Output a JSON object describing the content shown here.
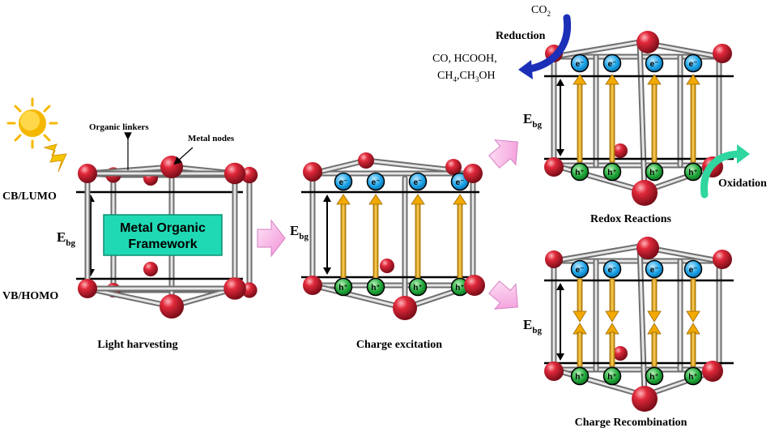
{
  "panels": {
    "harvest": {
      "cb_label": "CB/LUMO",
      "vb_label": "VB/HOMO",
      "ebg_main": "E",
      "ebg_sub": "bg",
      "linkers_label": "Organic linkers",
      "nodes_label": "Metal nodes",
      "mof_line1": "Metal Organic",
      "mof_line2": "Framework",
      "caption": "Light harvesting"
    },
    "excite": {
      "ebg_main": "E",
      "ebg_sub": "bg",
      "electron": "e⁻",
      "hole": "h⁺",
      "caption": "Charge excitation"
    },
    "redox": {
      "ebg_main": "E",
      "ebg_sub": "bg",
      "electron": "e⁻",
      "hole": "h⁺",
      "co2_main": "CO",
      "co2_sub": "2",
      "reduction": "Reduction",
      "products_line1": "CO, HCOOH,",
      "products_line2_a": "CH",
      "products_line2_a_sub": "4",
      "products_line2_b": ",CH",
      "products_line2_b_sub": "3",
      "products_line2_c": "OH",
      "oxidation": "Oxidation",
      "caption": "Redox Reactions"
    },
    "recomb": {
      "ebg_main": "E",
      "ebg_sub": "bg",
      "electron": "e⁻",
      "hole": "h⁺",
      "caption": "Charge Recombination"
    }
  },
  "colors": {
    "metal_node": "#e0283a",
    "electron": "#1aa3e8",
    "hole": "#1fa83a",
    "mof_box": "#1fd9b4",
    "arrow": "#f2a900",
    "flow_arrow": "#f7b6e6",
    "reduction_arrow": "#1c2fb8",
    "oxidation_arrow": "#2fd6a0",
    "sun": "#f5b800"
  },
  "icons": [
    "sun-icon",
    "lightning-icon",
    "flow-arrow-icon",
    "reduction-arrow-icon",
    "oxidation-arrow-icon"
  ]
}
